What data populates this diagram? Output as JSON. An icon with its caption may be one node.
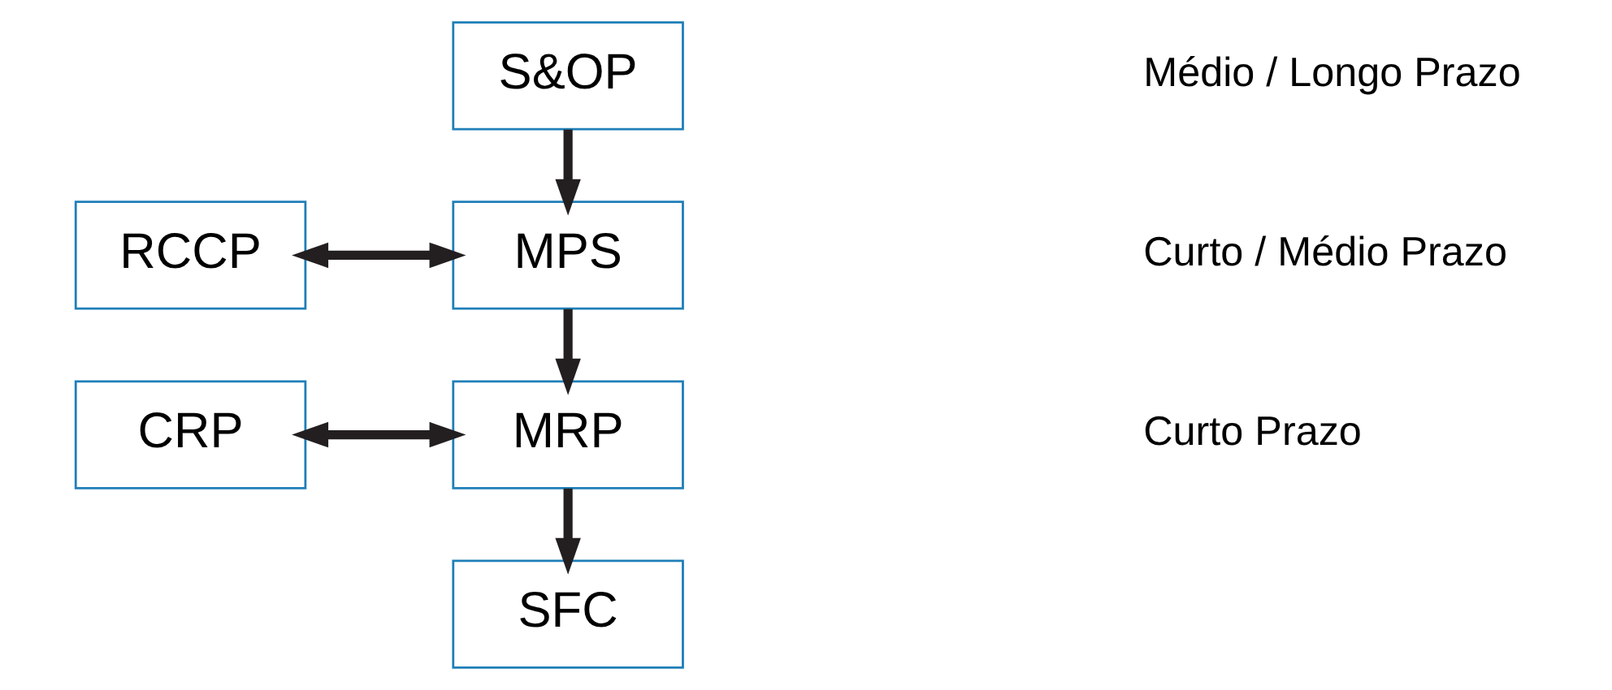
{
  "diagram": {
    "nodes": [
      {
        "text": [
          "S&OP"
        ]
      },
      {
        "text": [
          "MPS"
        ]
      },
      {
        "text": [
          "RCCP"
        ]
      },
      {
        "text": [
          "MRP"
        ]
      },
      {
        "text": [
          "CRP"
        ]
      },
      {
        "text": [
          "SFC"
        ]
      }
    ],
    "edges": [
      {
        "from": 0,
        "to": 1,
        "arrow": "to"
      },
      {
        "from": 2,
        "to": 1,
        "arrow": "both"
      },
      {
        "from": 1,
        "to": 3,
        "arrow": "to"
      },
      {
        "from": 4,
        "to": 3,
        "arrow": "both"
      },
      {
        "from": 3,
        "to": 5,
        "arrow": "to"
      }
    ],
    "labels": [
      "Médio / Longo Prazo",
      "Curto / Médio Prazo",
      "Curto Prazo"
    ]
  }
}
